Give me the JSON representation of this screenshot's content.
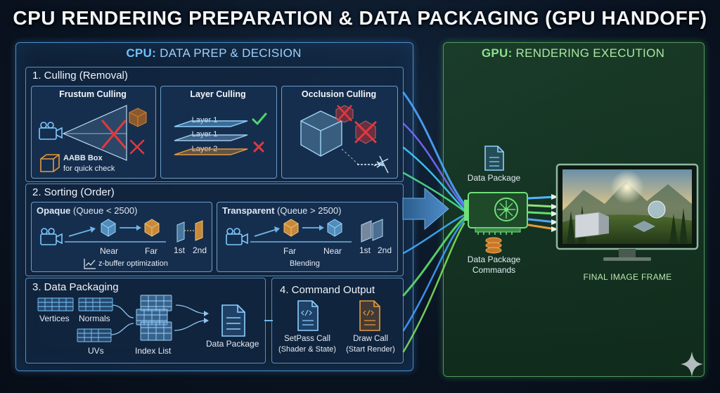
{
  "title": "CPU RENDERING PREPARATION & DATA PACKAGING (GPU HANDOFF)",
  "cpu": {
    "heading_prefix": "CPU:",
    "heading_rest": " DATA PREP & DECISION",
    "culling": {
      "title": "1. Culling (Removal)",
      "frustum": {
        "title": "Frustum Culling",
        "aabb_label": "AABB Box",
        "aabb_sub": "for quick check"
      },
      "layer": {
        "title": "Layer Culling",
        "layers": [
          "Layer 1",
          "Layer 1",
          "Layer 2"
        ]
      },
      "occlusion": {
        "title": "Occlusion Culling"
      }
    },
    "sorting": {
      "title": "2. Sorting (Order)",
      "opaque": {
        "title_bold": "Opaque",
        "title_rest": " (Queue < 2500)",
        "near": "Near",
        "far": "Far",
        "first": "1st",
        "second": "2nd",
        "note": "z-buffer optimization"
      },
      "transparent": {
        "title_bold": "Transparent",
        "title_rest": " (Queue > 2500)",
        "far": "Far",
        "near": "Near",
        "first": "1st",
        "second": "2nd",
        "note": "Blending"
      }
    },
    "packaging": {
      "title": "3. Data Packaging",
      "vertices": "Vertices",
      "normals": "Normals",
      "uvs": "UVs",
      "index_list": "Index List",
      "data_package": "Data Package"
    },
    "command": {
      "title": "4. Command Output",
      "setpass_line1": "SetPass Call",
      "setpass_line2": "(Shader & State)",
      "draw_line1": "Draw Call",
      "draw_line2": "(Start Render)"
    }
  },
  "gpu": {
    "heading_prefix": "GPU:",
    "heading_rest": " RENDERING EXECUTION",
    "data_package": "Data Package",
    "commands_line1": "Data Package",
    "commands_line2": "Commands",
    "final_frame": "FINAL IMAGE FRAME"
  },
  "colors": {
    "cpu_accent": "#6fc0ff",
    "gpu_accent": "#8ee08a",
    "check": "#4fd66a",
    "cross": "#e0393f",
    "orange": "#e89a3c"
  }
}
